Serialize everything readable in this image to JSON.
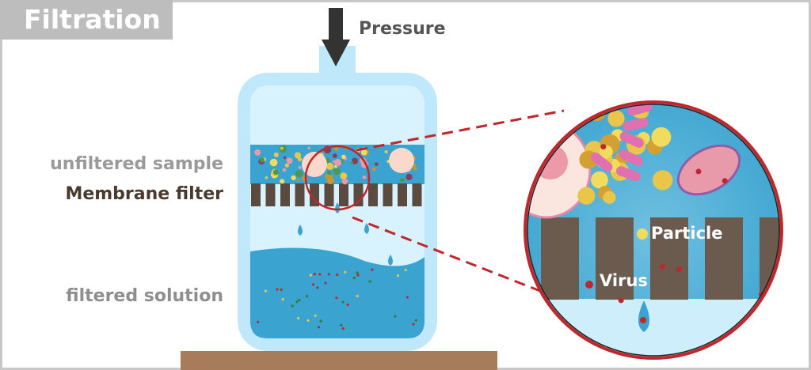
{
  "title": "Filtration",
  "labels": {
    "pressure": "Pressure",
    "unfiltered_sample": "unfiltered sample",
    "membrane_filter": "Membrane filter",
    "filtered_solution": "filtered solution",
    "particle": "Particle",
    "virus": "Virus"
  },
  "colors": {
    "container": "#bfe9fa",
    "sample": "#3aa3cf",
    "membrane": "#5a4a40",
    "zoom_ring": "#c0272d",
    "base": "#a67c5b"
  }
}
